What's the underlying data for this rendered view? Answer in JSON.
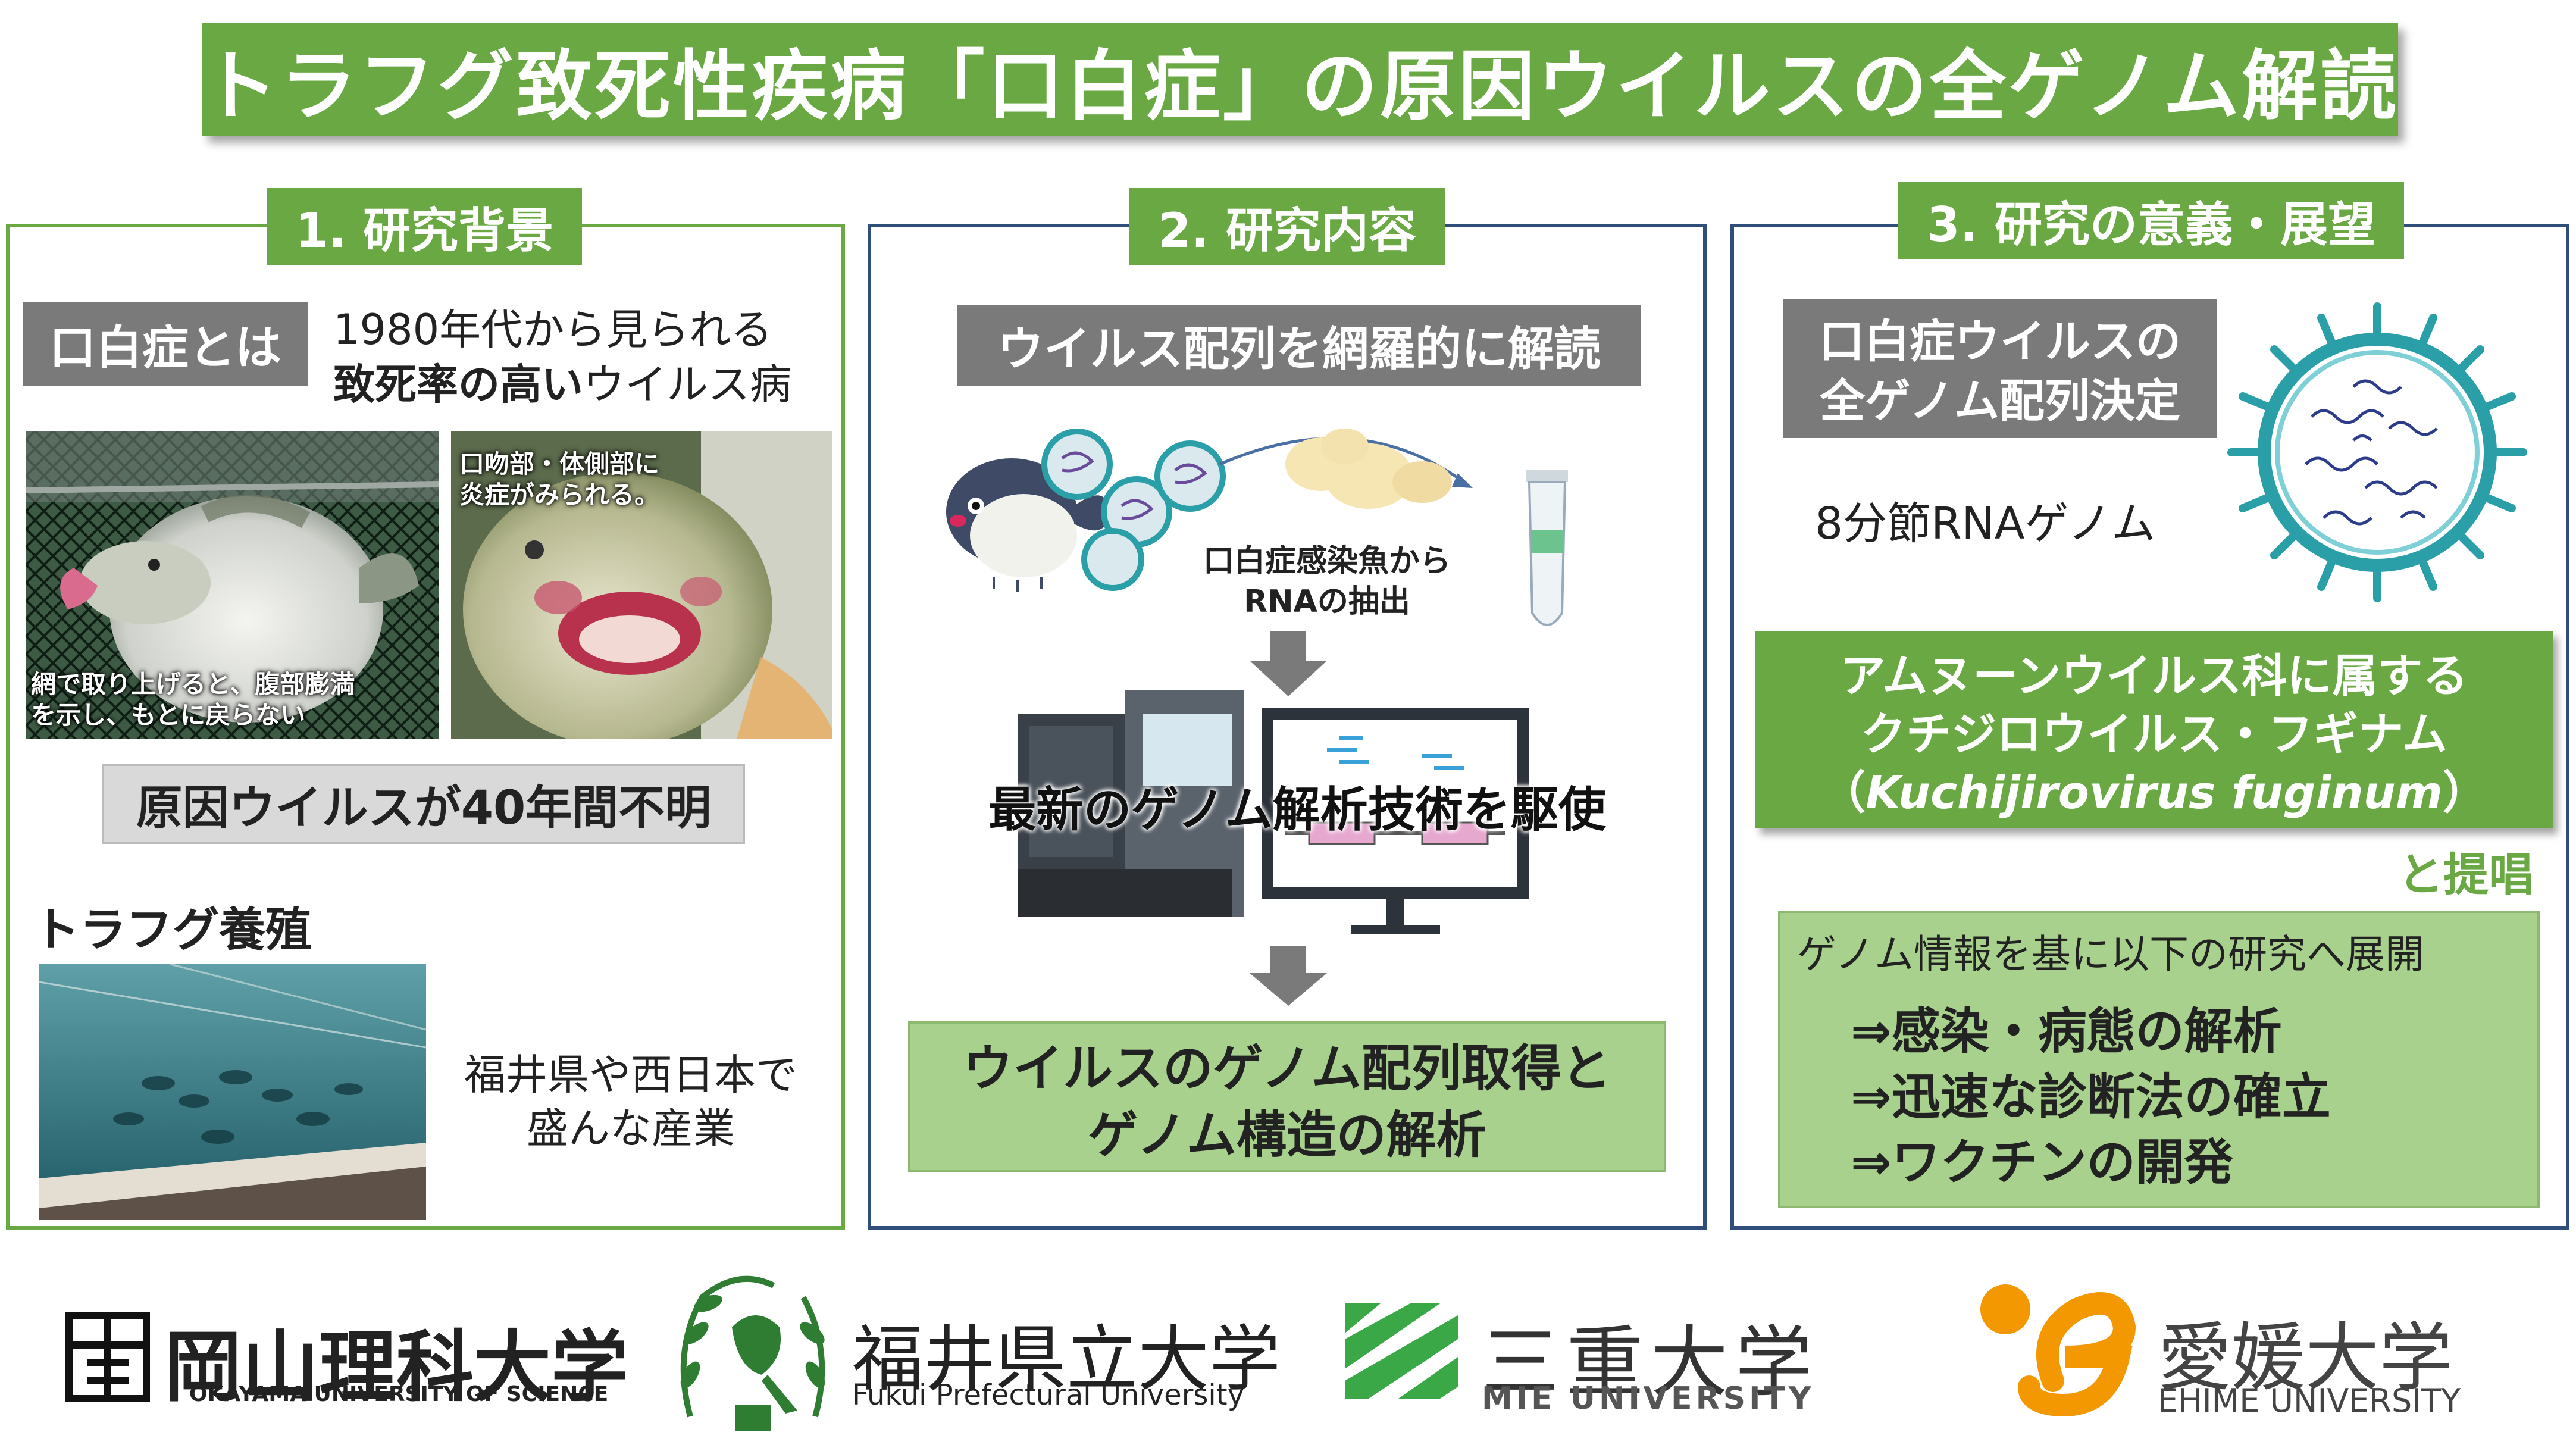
{
  "title": "トラフグ致死性疾病「口白症」の原因ウイルスの全ゲノム解読",
  "panel1": {
    "heading": "1. 研究背景",
    "what_is_label": "口白症とは",
    "desc_line1": "1980年代から見られる",
    "desc_line2_bold": "致死率の高い",
    "desc_line2_rest": "ウイルス病",
    "photo1_caption_line1": "網で取り上げると、腹部膨満",
    "photo1_caption_line2": "を示し、もとに戻らない",
    "photo2_caption_line1": "口吻部・体側部に",
    "photo2_caption_line2": "炎症がみられる。",
    "unknown_label": "原因ウイルスが40年間不明",
    "farming_heading": "トラフグ養殖",
    "farming_line1": "福井県や西日本で",
    "farming_line2": "盛んな産業"
  },
  "panel2": {
    "heading": "2. 研究内容",
    "subheading": "ウイルス配列を網羅的に解読",
    "extract_line1": "口白症感染魚から",
    "extract_line2": "RNAの抽出",
    "technology_label": "最新のゲノム解析技術を駆使",
    "result_line1": "ウイルスのゲノム配列取得と",
    "result_line2": "ゲノム構造の解析"
  },
  "panel3": {
    "heading": "3. 研究の意義・展望",
    "determined_line1": "口白症ウイルスの",
    "determined_line2": "全ゲノム配列決定",
    "genome_label": "8分節RNAゲノム",
    "proposal_line1": "アムヌーンウイルス科に属する",
    "proposal_line2": "クチジロウイルス・フギナム",
    "proposal_line3_open": "（",
    "proposal_line3_italic": "Kuchijirovirus fuginum",
    "proposal_line3_close": "）",
    "proposal_suffix": "と提唱",
    "future_intro": "ゲノム情報を基に以下の研究へ展開",
    "future_items": [
      "⇒感染・病態の解析",
      "⇒迅速な診断法の確立",
      "⇒ワクチンの開発"
    ]
  },
  "logos": {
    "okayama_jp": "岡山理科大学",
    "okayama_en": "OKAYAMA UNIVERSITY OF SCIENCE",
    "fukui_jp": "福井県立大学",
    "fukui_en": "Fukui Prefectural University",
    "mie_jp": "三重大学",
    "mie_en": "MIE UNIVERSITY",
    "ehime_jp": "愛媛大学",
    "ehime_en": "EHIME UNIVERSITY"
  },
  "colors": {
    "accent_green": "#6aa844",
    "light_green": "#a9d18e",
    "panel_border_blue": "#2f4f7a",
    "label_gray": "#7a7a7a",
    "proposal_suffix_green": "#6aa844",
    "virus_teal": "#2a9fa8",
    "ehime_orange": "#f39800",
    "mie_green": "#3aa846"
  }
}
